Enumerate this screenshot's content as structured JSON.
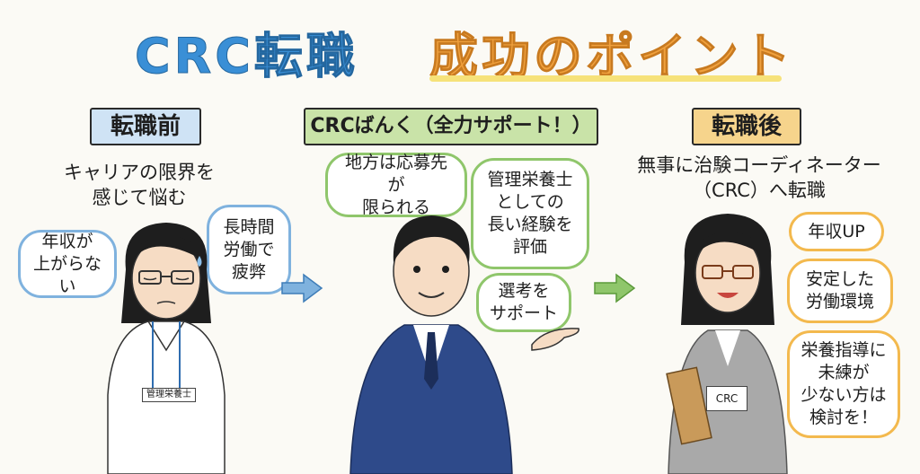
{
  "title": {
    "part1": "CRC転職",
    "part2": "成功のポイント"
  },
  "before": {
    "label": "転職前",
    "caption_line1": "キャリアの限界を",
    "caption_line2": "感じて悩む",
    "bubble_salary_line1": "年収が",
    "bubble_salary_line2": "上がらない",
    "bubble_hours_line1": "長時間",
    "bubble_hours_line2": "労働で",
    "bubble_hours_line3": "疲弊",
    "badge": "管理栄養士"
  },
  "middle": {
    "label": "CRCばんく（全力サポート！）",
    "bubble_region_line1": "地方は応募先が",
    "bubble_region_line2": "限られる",
    "bubble_exp_line1": "管理栄養士",
    "bubble_exp_line2": "としての",
    "bubble_exp_line3": "長い経験を",
    "bubble_exp_line4": "評価",
    "bubble_select_line1": "選考を",
    "bubble_select_line2": "サポート"
  },
  "after": {
    "label": "転職後",
    "caption_line1": "無事に治験コーディネーター",
    "caption_line2": "（CRC）へ転職",
    "bubble_salary": "年収UP",
    "bubble_env_line1": "安定した",
    "bubble_env_line2": "労働環境",
    "bubble_note_line1": "栄養指導に",
    "bubble_note_line2": "未練が",
    "bubble_note_line3": "少ない方は",
    "bubble_note_line4": "検討を！",
    "badge": "CRC"
  },
  "colors": {
    "blue": "#3a8fd6",
    "orange": "#f0a13e",
    "green": "#8fc66b"
  }
}
